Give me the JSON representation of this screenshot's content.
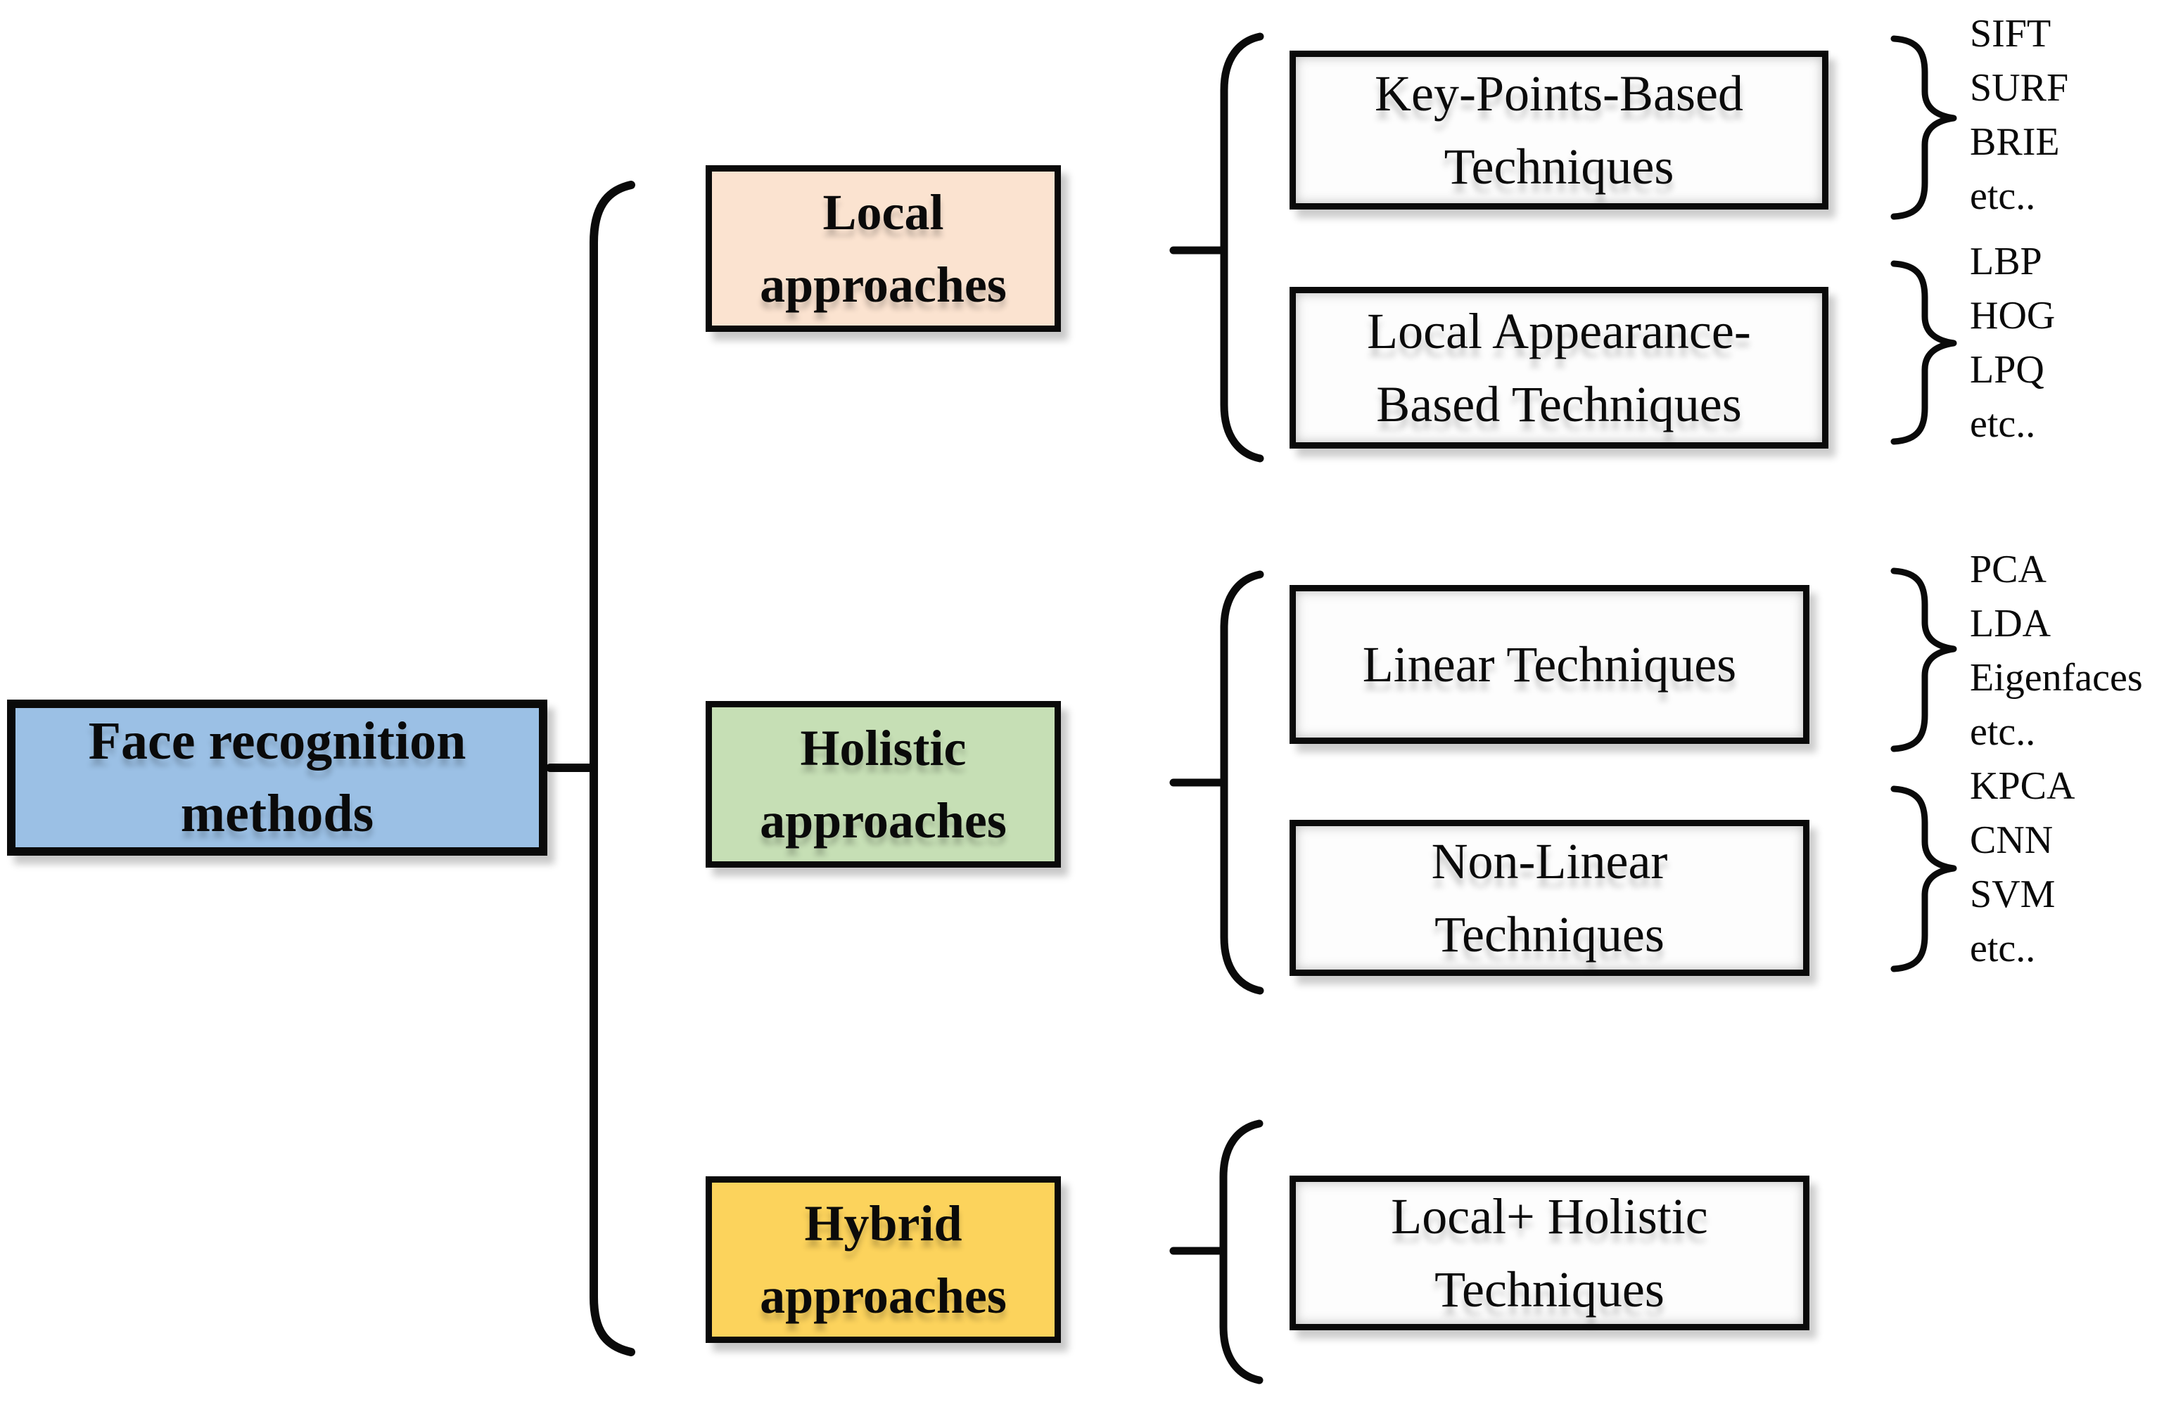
{
  "diagram": {
    "root": {
      "label": "Face recognition methods",
      "fill": "#9bc0e5"
    },
    "branches": [
      {
        "label": "Local approaches",
        "fill": "#fbe3d0",
        "techniques": [
          {
            "label": "Key-Points-Based Techniques",
            "methods": [
              "SIFT",
              "SURF",
              "BRIE",
              "etc.."
            ]
          },
          {
            "label": "Local Appearance-Based Techniques",
            "methods": [
              "LBP",
              "HOG",
              "LPQ",
              "etc.."
            ]
          }
        ]
      },
      {
        "label": "Holistic approaches",
        "fill": "#c6dfb5",
        "techniques": [
          {
            "label": "Linear Techniques",
            "methods": [
              "PCA",
              "LDA",
              "Eigenfaces",
              "etc.."
            ]
          },
          {
            "label": "Non-Linear Techniques",
            "methods": [
              "KPCA",
              "CNN",
              "SVM",
              "etc.."
            ]
          }
        ]
      },
      {
        "label": "Hybrid approaches",
        "fill": "#fcd35c",
        "techniques": [
          {
            "label": "Local+ Holistic Techniques",
            "methods": []
          }
        ]
      }
    ]
  }
}
